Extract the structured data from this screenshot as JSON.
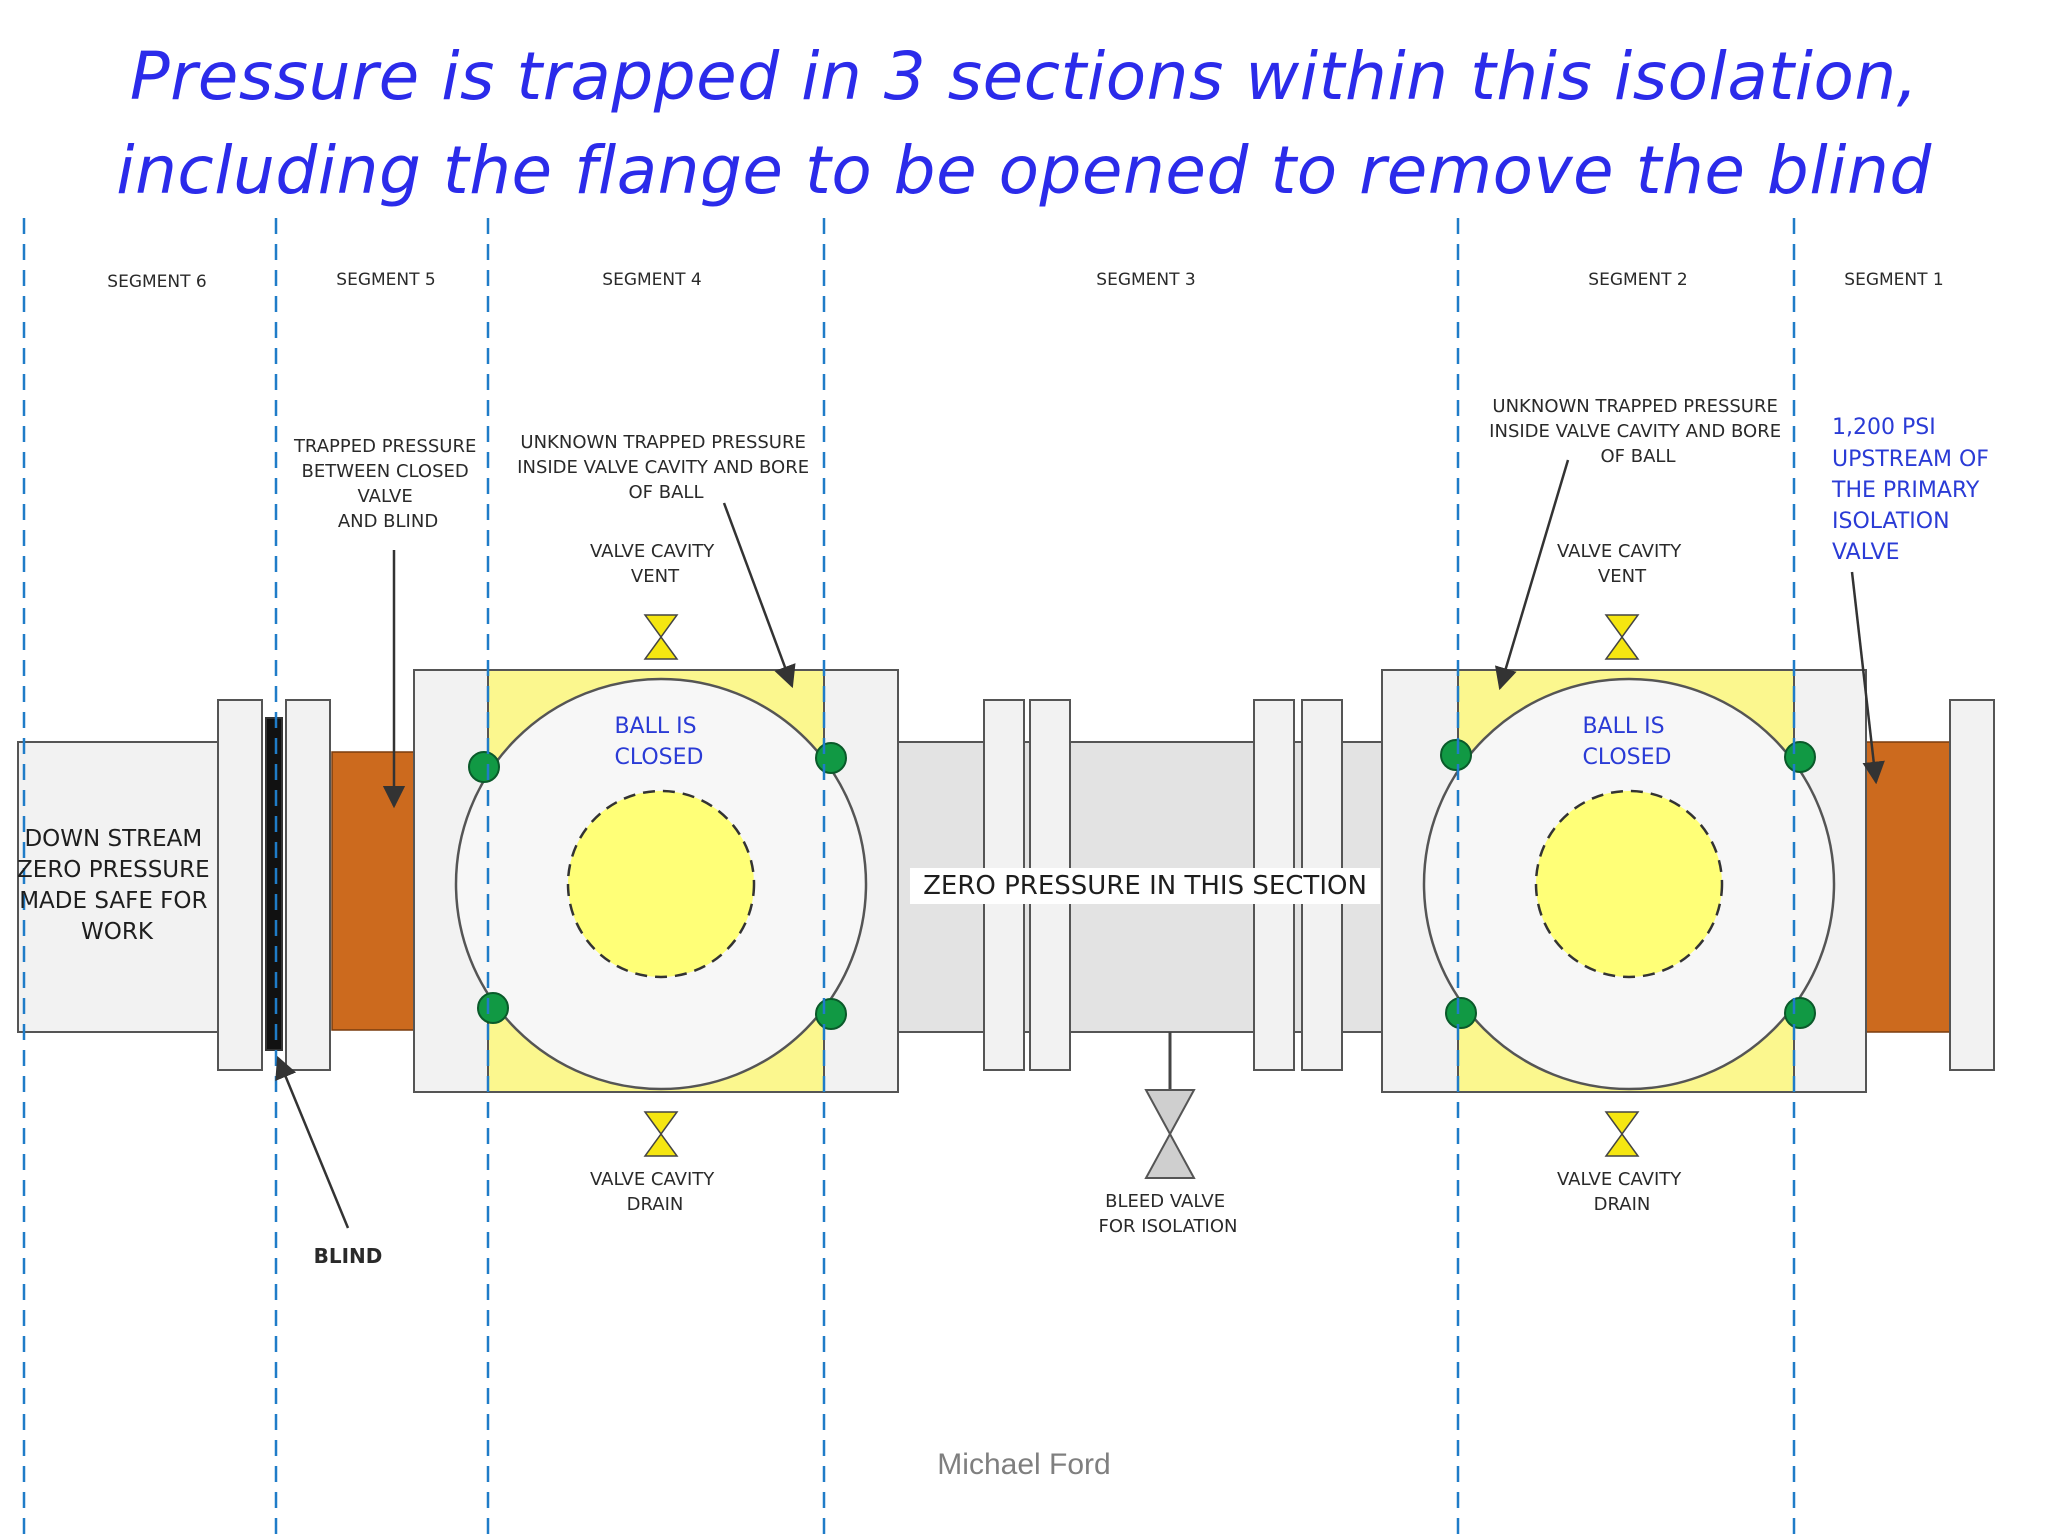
{
  "title": {
    "line1": "Pressure is trapped in 3 sections within this isolation,",
    "line2": "including the flange to be opened to remove the blind"
  },
  "segments": [
    "SEGMENT 6",
    "SEGMENT 5",
    "SEGMENT 4",
    "SEGMENT 3",
    "SEGMENT 2",
    "SEGMENT 1"
  ],
  "labels": {
    "downstream": [
      "DOWN STREAM",
      "ZERO PRESSURE",
      "MADE SAFE FOR",
      "WORK"
    ],
    "trapped_pressure": [
      "TRAPPED PRESSURE",
      "BETWEEN CLOSED",
      "VALVE",
      "AND BLIND"
    ],
    "unknown_left": [
      "UNKNOWN TRAPPED PRESSURE",
      "INSIDE VALVE CAVITY AND BORE",
      "OF BALL"
    ],
    "unknown_right": [
      "UNKNOWN TRAPPED PRESSURE",
      "INSIDE VALVE CAVITY AND BORE",
      "OF BALL"
    ],
    "vent_left": [
      "VALVE CAVITY",
      "VENT"
    ],
    "vent_right": [
      "VALVE CAVITY",
      "VENT"
    ],
    "drain_left": [
      "VALVE CAVITY",
      "DRAIN"
    ],
    "drain_right": [
      "VALVE CAVITY",
      "DRAIN"
    ],
    "ball_left": [
      "BALL IS",
      "CLOSED"
    ],
    "ball_right": [
      "BALL IS",
      "CLOSED"
    ],
    "zero_pressure": "ZERO PRESSURE IN THIS SECTION",
    "bleed": [
      "BLEED VALVE",
      "FOR ISOLATION"
    ],
    "blind": "BLIND",
    "upstream": [
      "1,200 PSI",
      "UPSTREAM OF",
      "THE PRIMARY",
      "ISOLATION",
      "VALVE"
    ]
  },
  "colors": {
    "title": "#2b2bea",
    "trapped_pipe": "#cc6a1e",
    "valve_body": "#fbf78e",
    "ball": "#ffff77",
    "seal": "#119944",
    "segment_divider": "#1f7cc8",
    "pipe": "#e3e3e3"
  },
  "footer": "Michael Ford"
}
